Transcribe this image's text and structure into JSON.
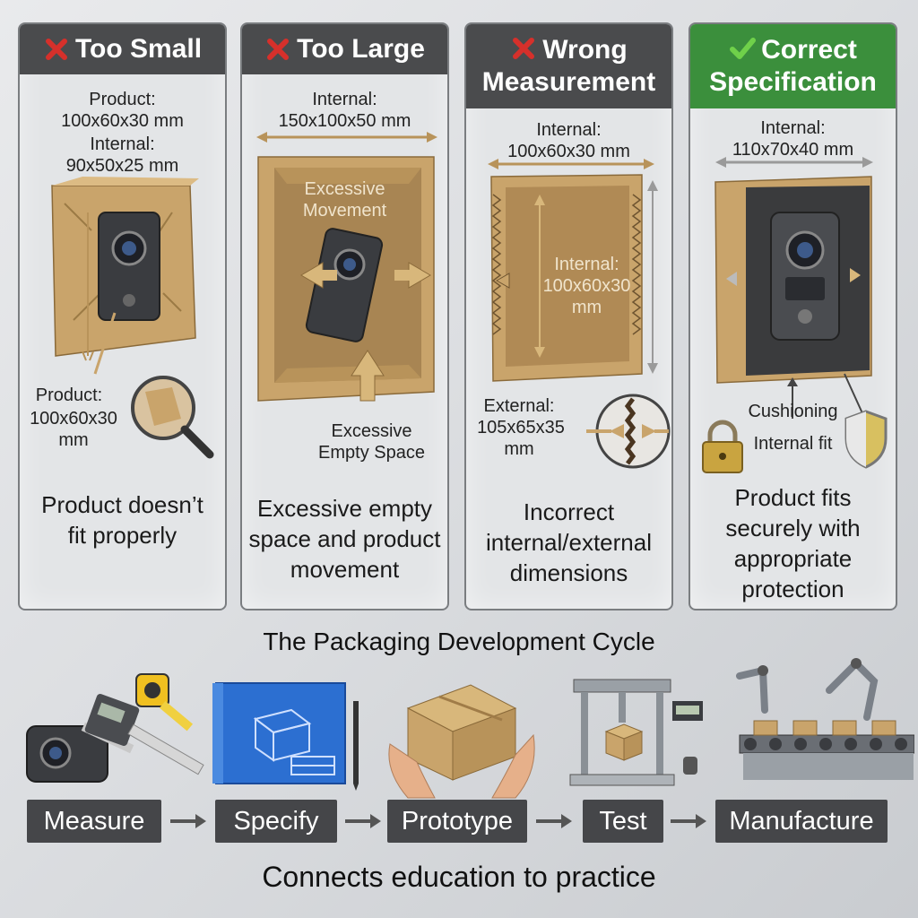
{
  "panels": {
    "too_small": {
      "title": "Too Small",
      "product_label": "Product:",
      "product_dims": "100x60x30 mm",
      "internal_label": "Internal:",
      "internal_dims": "90x50x25 mm",
      "callout_label": "Product:",
      "callout_dims_1": "100x60x30",
      "callout_dims_2": "mm",
      "caption_1": "Product doesn’t",
      "caption_2": "fit properly"
    },
    "too_large": {
      "title": "Too Large",
      "internal_label": "Internal:",
      "internal_dims": "150x100x50 mm",
      "movement_1": "Excessive",
      "movement_2": "Movement",
      "space_1": "Excessive",
      "space_2": "Empty Space",
      "caption_1": "Excessive empty",
      "caption_2": "space and product",
      "caption_3": "movement"
    },
    "wrong": {
      "title_1": "Wrong",
      "title_2": "Measurement",
      "internal_label": "Internal:",
      "internal_dims": "100x60x30 mm",
      "inner_label": "Internal:",
      "inner_dims_1": "100x60x30",
      "inner_dims_2": "mm",
      "external_label": "External:",
      "external_dims_1": "105x65x35",
      "external_dims_2": "mm",
      "caption_1": "Incorrect",
      "caption_2": "internal/external",
      "caption_3": "dimensions"
    },
    "correct": {
      "title_1": "Correct",
      "title_2": "Specification",
      "internal_label": "Internal:",
      "internal_dims": "110x70x40 mm",
      "cushioning": "Cushioning",
      "internal_fit": "Internal fit",
      "caption_1": "Product fits",
      "caption_2": "securely with",
      "caption_3": "appropriate",
      "caption_4": "protection"
    }
  },
  "cycle": {
    "title": "The Packaging Development Cycle",
    "steps": [
      "Measure",
      "Specify",
      "Prototype",
      "Test",
      "Manufacture"
    ],
    "tagline": "Connects education to practice"
  },
  "colors": {
    "header_dark": "#4a4b4d",
    "header_green": "#3b8f3c",
    "error_red": "#d6302b",
    "check_green": "#6fd14a",
    "cardboard": "#c9a46b"
  },
  "icons": [
    "x-mark-icon",
    "check-mark-icon",
    "magnifier-icon",
    "padlock-icon",
    "shield-icon"
  ]
}
